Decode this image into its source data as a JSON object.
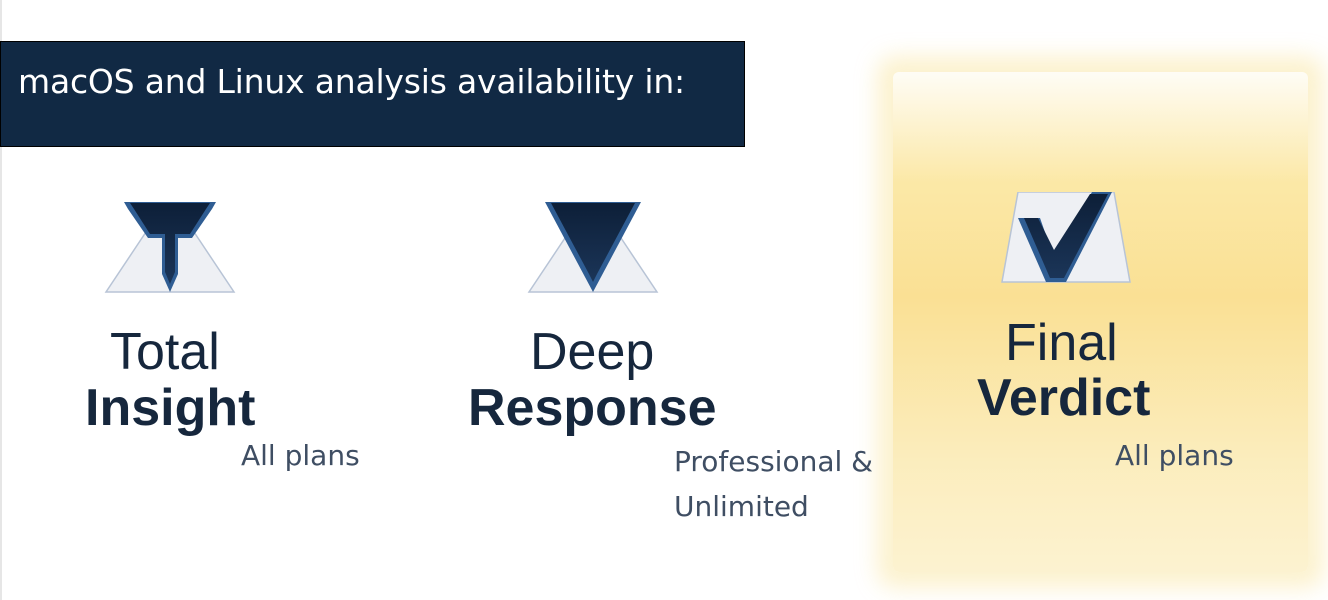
{
  "banner": {
    "text": "macOS and Linux analysis availability in:"
  },
  "colors": {
    "banner_bg": "#112944",
    "navy": "#16273d",
    "accent_blue": "#2f5d93",
    "triangle_fill": "#eef0f4",
    "triangle_stroke": "#b8c4d6",
    "highlight": "#fae094",
    "plan_text": "#3f4e63"
  },
  "products": [
    {
      "icon": "total-insight-logo-icon",
      "light": "Total",
      "bold": "Insight",
      "plans": [
        "All plans"
      ]
    },
    {
      "icon": "deep-response-logo-icon",
      "light": "Deep",
      "bold": "Response",
      "plans": [
        "Professional &",
        "Unlimited"
      ]
    },
    {
      "icon": "final-verdict-logo-icon",
      "light": "Final",
      "bold": "Verdict",
      "plans": [
        "All plans"
      ],
      "highlighted": true
    }
  ]
}
